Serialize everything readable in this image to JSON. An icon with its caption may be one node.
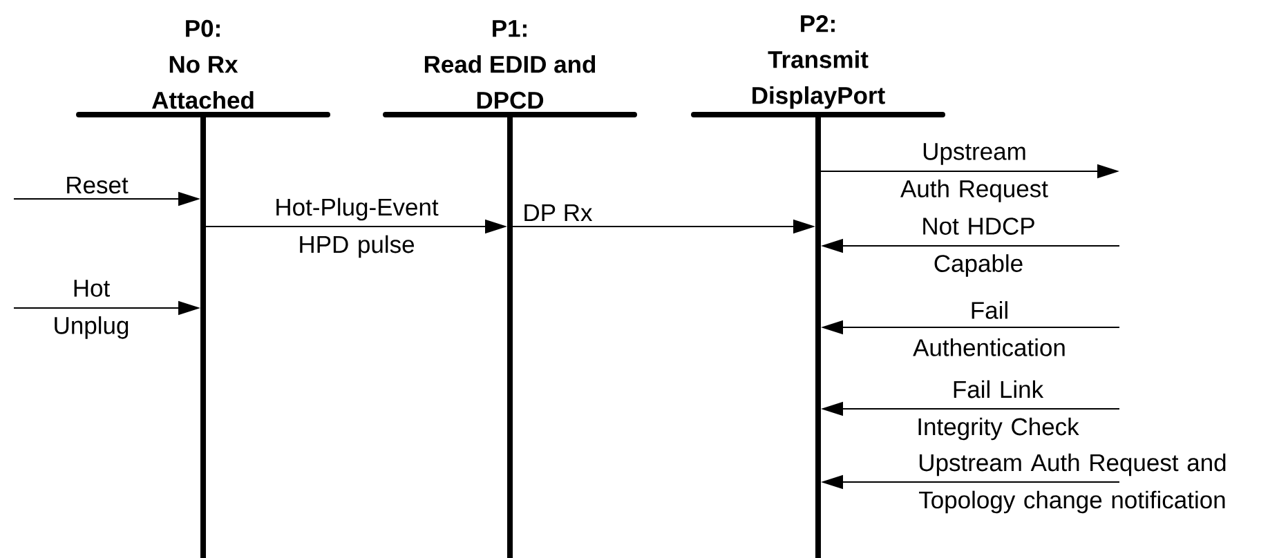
{
  "diagram": {
    "nodes": [
      {
        "text": [
          "P0:",
          "No Rx Attached"
        ]
      },
      {
        "text": [
          "P1:",
          "Read EDID and DPCD"
        ]
      },
      {
        "text": [
          "P2:",
          "Transmit DisplayPort"
        ]
      }
    ],
    "edges": [
      {
        "from": null,
        "to": 0,
        "arrow": "to",
        "label": "Reset"
      },
      {
        "from": 0,
        "to": 1,
        "arrow": "to",
        "label": "Hot-Plug-Event HPD pulse"
      },
      {
        "from": null,
        "to": 0,
        "arrow": "to",
        "label": "Hot Unplug"
      },
      {
        "from": 1,
        "to": 2,
        "arrow": "to",
        "label": "DP Rx"
      },
      {
        "from": 2,
        "to": null,
        "arrow": "to",
        "label": "Upstream Auth Request"
      },
      {
        "from": null,
        "to": 2,
        "arrow": "to",
        "label": "Not HDCP Capable"
      },
      {
        "from": null,
        "to": 2,
        "arrow": "to",
        "label": "Fail Authentication"
      },
      {
        "from": null,
        "to": 2,
        "arrow": "to",
        "label": "Fail Link Integrity Check"
      },
      {
        "from": null,
        "to": 2,
        "arrow": "to",
        "label": "Upstream Auth Request and Topology change notification"
      }
    ]
  }
}
